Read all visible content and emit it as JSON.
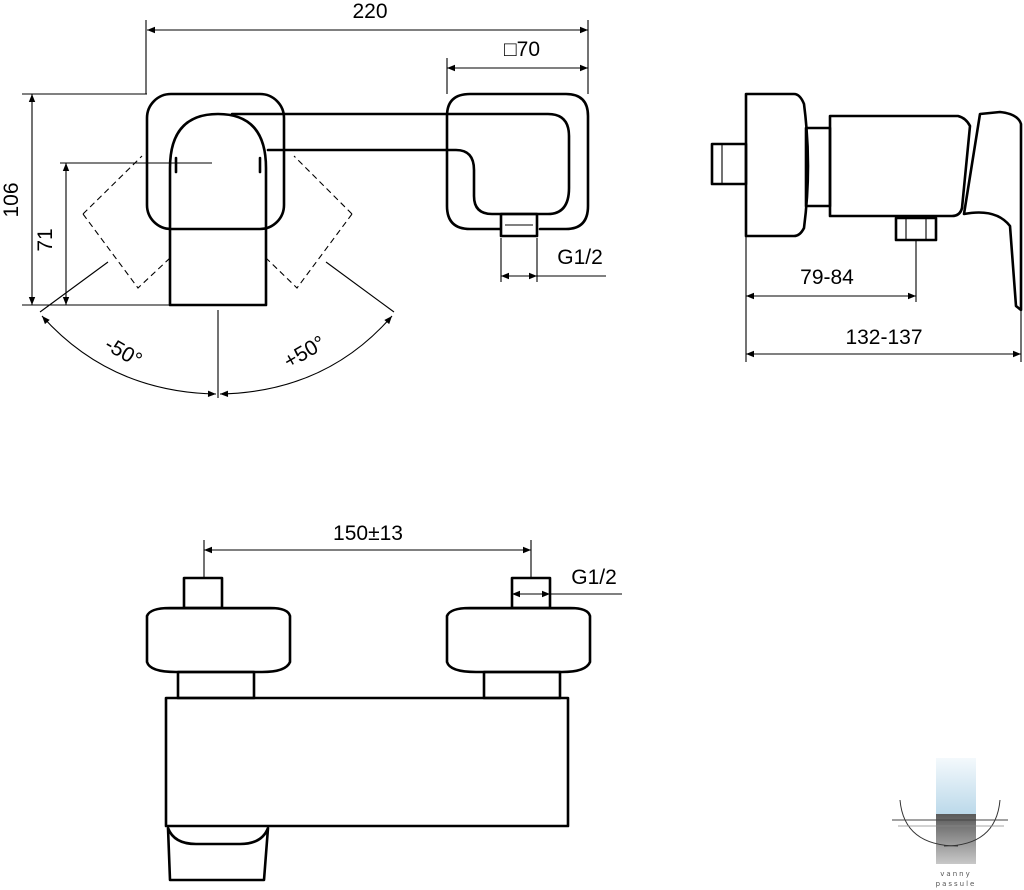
{
  "drawing": {
    "top_view": {
      "width_label": "220",
      "square_label": "□70",
      "height_label": "106",
      "axis_height_label": "71",
      "thread_label": "G1/2",
      "angle_left_label": "-50°",
      "angle_right_label": "+50°"
    },
    "side_view": {
      "depth_inner_label": "79-84",
      "depth_total_label": "132-137"
    },
    "front_view": {
      "center_distance_label": "150±13",
      "thread_label": "G1/2"
    }
  },
  "logo": {
    "text_line1": "vanny",
    "text_line2": "passule",
    "colors": {
      "blue": "#cfe3ee",
      "grey": "#7d7d7d"
    }
  }
}
